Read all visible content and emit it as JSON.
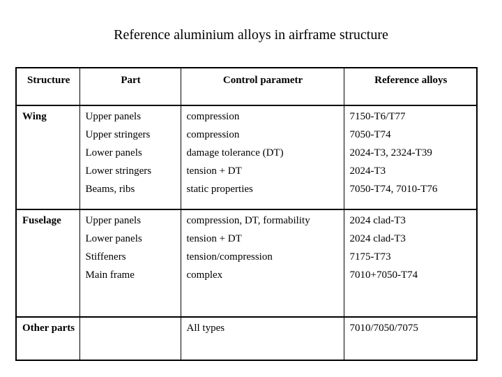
{
  "title": "Reference aluminium alloys in airframe structure",
  "table": {
    "headers": [
      "Structure",
      "Part",
      "Control parametr",
      "Reference alloys"
    ],
    "rows": [
      {
        "structure": "Wing",
        "part": [
          "Upper panels",
          "Upper stringers",
          "Lower panels",
          "Lower stringers",
          "Beams, ribs"
        ],
        "control": [
          "compression",
          "compression",
          "damage tolerance (DT)",
          "tension + DT",
          "static properties"
        ],
        "alloys": [
          "7150-T6/T77",
          "7050-T74",
          "2024-T3, 2324-T39",
          "2024-T3",
          "7050-T74, 7010-T76"
        ]
      },
      {
        "structure": "Fuselage",
        "part": [
          "Upper panels",
          "Lower panels",
          "Stiffeners",
          "Main frame"
        ],
        "control": [
          "compression, DT, formability",
          "tension + DT",
          "tension/compression",
          "complex"
        ],
        "alloys": [
          "2024 clad-T3",
          "2024 clad-T3",
          "7175-T73",
          "7010+7050-T74"
        ]
      },
      {
        "structure": "Other parts",
        "part": [],
        "control": [
          "All types"
        ],
        "alloys": [
          "7010/7050/7075"
        ]
      }
    ]
  }
}
